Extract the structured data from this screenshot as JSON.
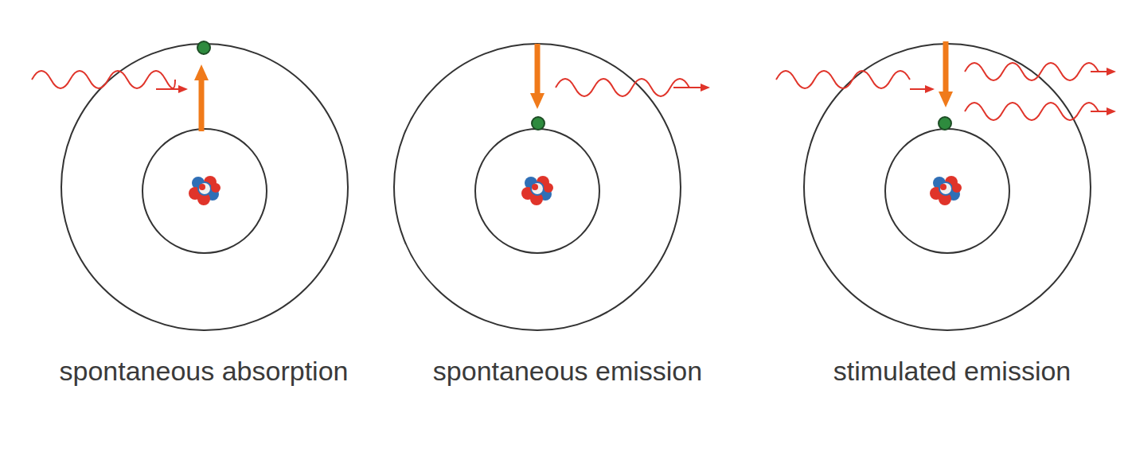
{
  "diagram": {
    "labels": [
      "spontaneous absorption",
      "spontaneous emission",
      "stimulated emission"
    ]
  }
}
